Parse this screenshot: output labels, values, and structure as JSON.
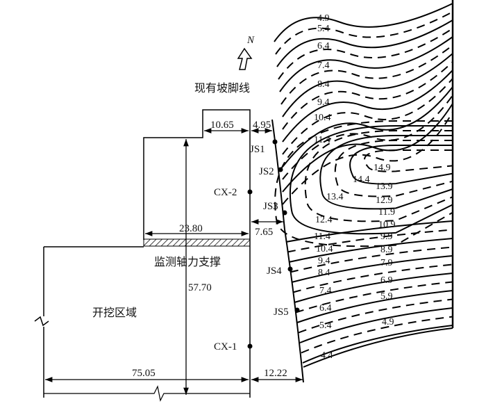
{
  "labels": {
    "north": "N",
    "slope_foot": "现有坡脚线",
    "strut": "监测轴力支撑",
    "excavation": "开挖区域"
  },
  "dimensions": {
    "d1": "10.65",
    "d2": "4.95",
    "d3": "23.80",
    "d4": "7.65",
    "d5": "57.70",
    "d6": "75.05",
    "d7": "12.22"
  },
  "points": {
    "cx1": "CX-1",
    "cx2": "CX-2",
    "js1": "JS1",
    "js2": "JS2",
    "js3": "JS3",
    "js4": "JS4",
    "js5": "JS5"
  },
  "contours_upper": [
    "4.9",
    "5.4",
    "6.4",
    "7.4",
    "8.4",
    "9.4",
    "10.4",
    "11.4"
  ],
  "contours_peak": [
    "14.9",
    "14.4",
    "13.9",
    "13.4",
    "12.9",
    "12.4",
    "11.9",
    "10.9",
    "11.4"
  ],
  "contours_lower_left": [
    "10.4",
    "9.4",
    "8.4",
    "7.4",
    "6.4",
    "5.4",
    "4.4"
  ],
  "contours_lower_right": [
    "9.9",
    "8.9",
    "7.9",
    "6.9",
    "5.9",
    "4.9"
  ]
}
